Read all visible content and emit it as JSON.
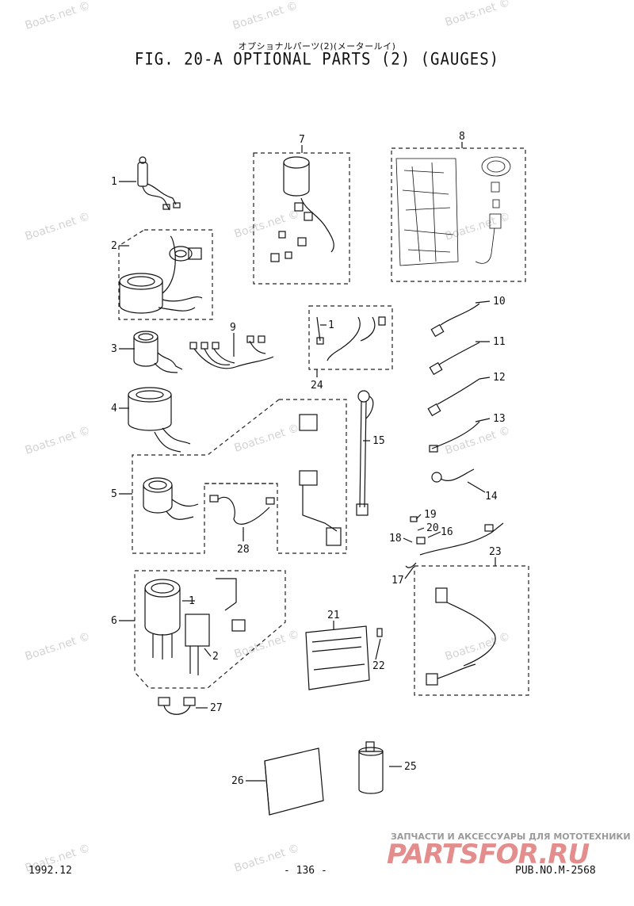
{
  "header": {
    "subtitle_jp": "オプショナルパーツ(2)(メータールイ)",
    "title": "FIG. 20-A OPTIONAL PARTS (2) (GAUGES)"
  },
  "callouts": [
    "1",
    "2",
    "3",
    "4",
    "5",
    "6",
    "7",
    "8",
    "9",
    "10",
    "11",
    "12",
    "13",
    "14",
    "15",
    "16",
    "17",
    "18",
    "19",
    "20",
    "21",
    "22",
    "23",
    "24",
    "25",
    "26",
    "27",
    "28"
  ],
  "sub_labels": [
    "1",
    "1",
    "2"
  ],
  "watermark_text": "Boats.net ©",
  "footer": {
    "date": "1992.12",
    "page": "- 136 -",
    "pub_no": "PUB.NO.M-2568"
  },
  "ad": {
    "tagline": "ЗАПЧАСТИ И АКСЕССУАРЫ ДЛЯ МОТОТЕХНИКИ",
    "brand": "PARTSFOR.RU"
  }
}
